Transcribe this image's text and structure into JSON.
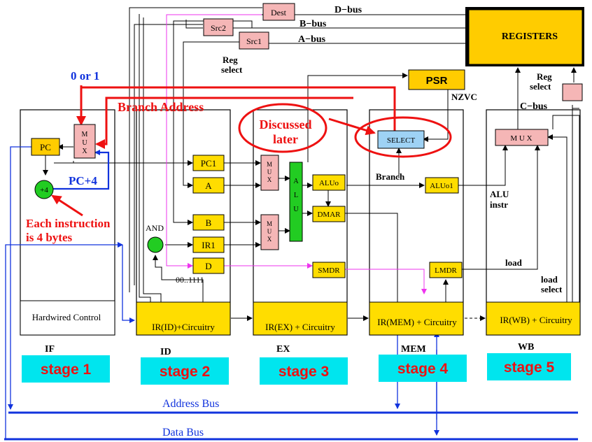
{
  "colors": {
    "yellow": "#ffdd00",
    "gold": "#ffcc00",
    "pink": "#f5b6b6",
    "cyan": "#00e5ee",
    "green": "#22cc22",
    "red": "#ee1111",
    "blue": "#1133dd",
    "magenta": "#ee33ee",
    "select_fill": "#9ed2f5"
  },
  "registers": {
    "label": "REGISTERS"
  },
  "psr": {
    "label": "PSR",
    "flags": "NZVC"
  },
  "reg_select_top": {
    "line1": "Reg",
    "line2": "select"
  },
  "reg_select_right": {
    "line1": "Reg",
    "line2": "select"
  },
  "buses": {
    "d": "D−bus",
    "b": "B−bus",
    "a": "A−bus",
    "c": "C−bus",
    "address": "Address Bus",
    "data": "Data Bus"
  },
  "operand_boxes": {
    "dest": "Dest",
    "src2": "Src2",
    "src1": "Src1"
  },
  "annotations": {
    "zero_or_one": "0 or 1",
    "branch_address": "Branch Address",
    "discussed_1": "Discussed",
    "discussed_2": "later",
    "pc_plus_4": "PC+4",
    "each_instruction_1": "Each instruction",
    "each_instruction_2": "is 4 bytes",
    "and_gate": "AND",
    "opcode_pattern": "00..1111",
    "branch": "Branch",
    "alu_instr_1": "ALU",
    "alu_instr_2": "instr",
    "load": "load",
    "load_select_1": "load",
    "load_select_2": "select"
  },
  "if_stage": {
    "pc": "PC",
    "mux": [
      "M",
      "U",
      "X"
    ],
    "adder": "+4",
    "control": "Hardwired Control"
  },
  "id_stage": {
    "regs": [
      "PC1",
      "A",
      "B",
      "IR1",
      "D"
    ],
    "control": "IR(ID)+Circuitry"
  },
  "ex_stage": {
    "mux": [
      "M",
      "U",
      "X"
    ],
    "alu": [
      "A",
      "L",
      "U"
    ],
    "regs": [
      "ALUo",
      "DMAR",
      "SMDR"
    ],
    "control": "IR(EX) + Circuitry"
  },
  "mem_stage": {
    "select": "SELECT",
    "regs": [
      "ALUo1",
      "LMDR"
    ],
    "control": "IR(MEM) + Circuitry"
  },
  "wb_stage": {
    "mux": "M U X",
    "control": "IR(WB) + Circuitry"
  },
  "stage_names": [
    "IF",
    "ID",
    "EX",
    "MEM",
    "WB"
  ],
  "stage_badges": [
    "stage 1",
    "stage 2",
    "stage 3",
    "stage 4",
    "stage 5"
  ]
}
